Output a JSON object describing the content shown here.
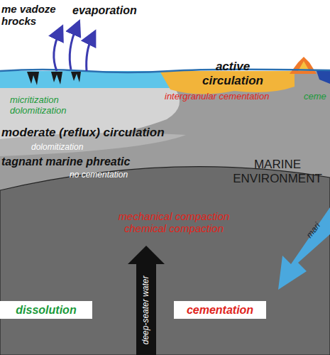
{
  "diagram": {
    "nodes": [
      {
        "text": [
          "dissolution"
        ]
      },
      {
        "text": [
          "cementation"
        ]
      }
    ],
    "labels": [
      "me vadoze hrocks",
      "evaporation",
      "active circulation",
      "micritization dolomitization",
      "intergranular cementation",
      "ceme",
      "moderate (reflux) circulation",
      "dolomitization",
      "tagnant marine phreatic",
      "no cementation",
      "MARINE ENVIRONMENT",
      "mechanical compaction chemical compaction",
      "mari",
      "deep-seater water"
    ]
  }
}
